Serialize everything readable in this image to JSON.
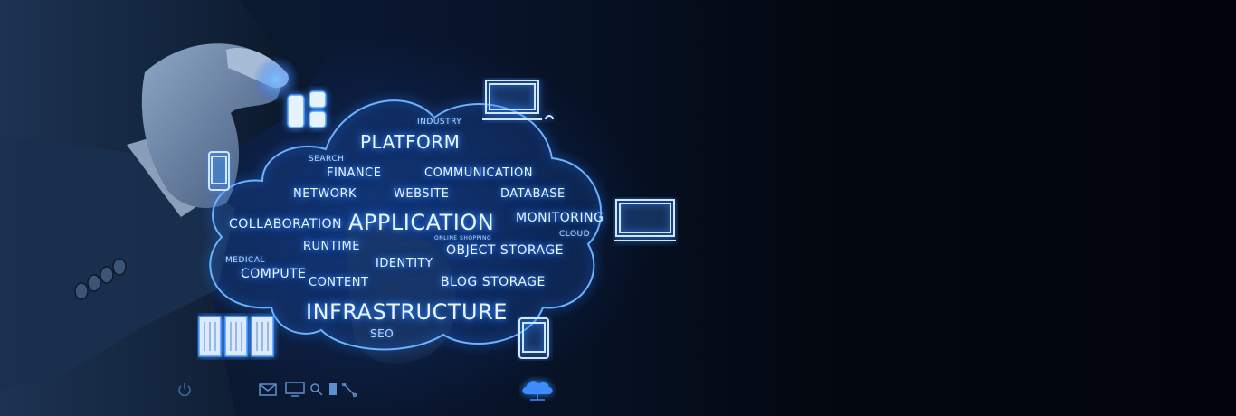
{
  "image": {
    "theme_color": "#3a8cff",
    "background_color": "#02040c",
    "cloud_words": {
      "industry": "INDUSTRY",
      "platform": "PLATFORM",
      "search": "SEARCH",
      "finance": "FINANCE",
      "communication": "COMMUNICATION",
      "network": "NETWORK",
      "website": "WEBSITE",
      "database": "DATABASE",
      "collaboration": "COLLABORATION",
      "application": "APPLICATION",
      "monitoring": "MONITORING",
      "online_shopping": "ONLINE SHOPPING",
      "cloud": "CLOUD",
      "runtime": "RUNTIME",
      "object_storage": "OBJECT STORAGE",
      "medical": "MEDICAL",
      "identity": "IDENTITY",
      "compute": "COMPUTE",
      "content": "CONTENT",
      "blog_storage": "BLOG STORAGE",
      "infrastructure": "INFRASTRUCTURE",
      "seo": "SEO"
    },
    "icons": [
      "database-cylinders-icon",
      "laptop-icon",
      "smartphone-icon",
      "monitor-icon",
      "tablet-icon",
      "server-rack-icon",
      "power-icon",
      "mail-icon",
      "screen-icon",
      "search-icon",
      "phone-icon",
      "network-icon",
      "cloud-upload-icon"
    ]
  }
}
